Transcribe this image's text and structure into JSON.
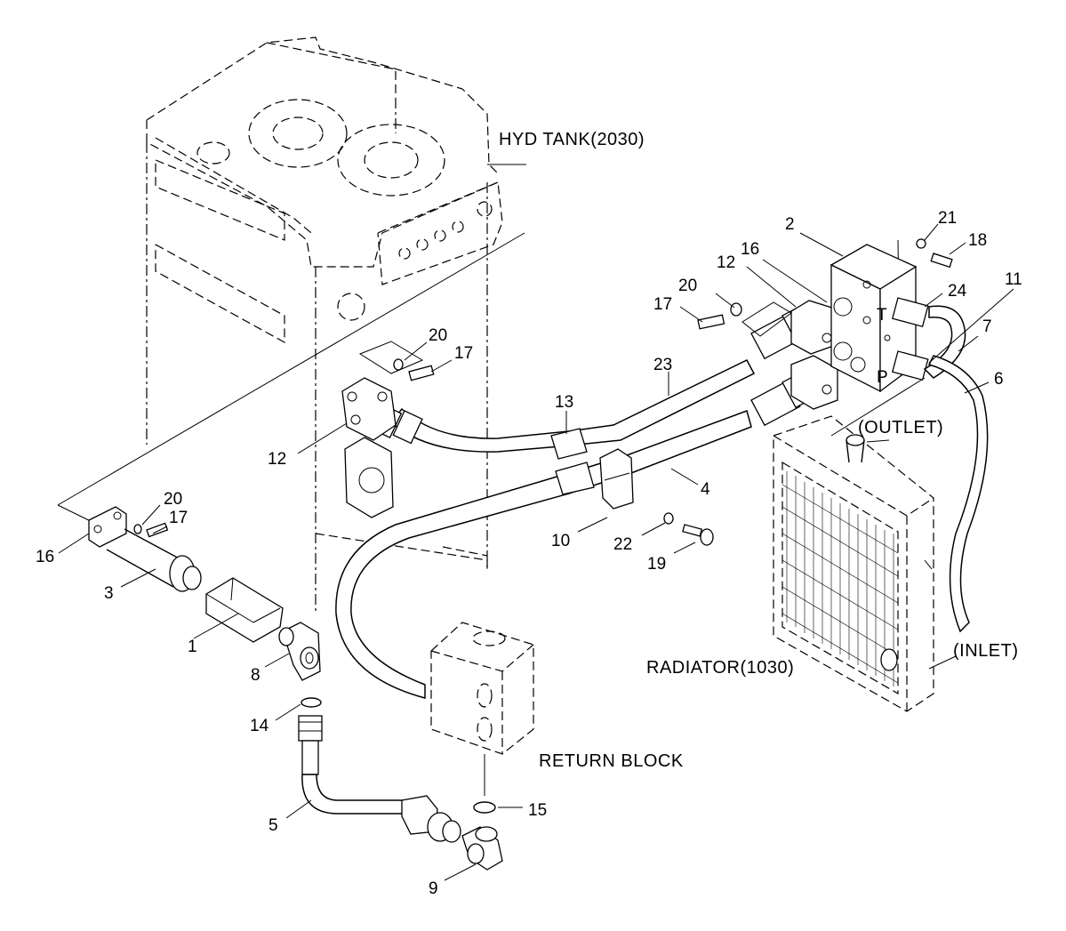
{
  "labels": {
    "hyd_tank": "HYD TANK(2030)",
    "outlet": "(OUTLET)",
    "inlet": "(INLET)",
    "radiator": "RADIATOR(1030)",
    "return_block": "RETURN BLOCK",
    "port_t": "T",
    "port_p": "P"
  },
  "callouts": {
    "c1": "1",
    "c2": "2",
    "c3": "3",
    "c4": "4",
    "c5": "5",
    "c6": "6",
    "c7": "7",
    "c8": "8",
    "c9": "9",
    "c10": "10",
    "c11": "11",
    "c12a": "12",
    "c12b": "12",
    "c13": "13",
    "c14": "14",
    "c15": "15",
    "c16a": "16",
    "c16b": "16",
    "c17a": "17",
    "c17b": "17",
    "c17c": "17",
    "c18": "18",
    "c19": "19",
    "c20a": "20",
    "c20b": "20",
    "c20c": "20",
    "c21": "21",
    "c22": "22",
    "c23": "23",
    "c24": "24"
  }
}
